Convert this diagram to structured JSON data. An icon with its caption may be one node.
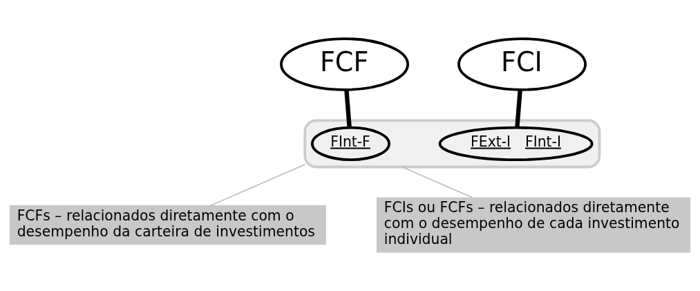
{
  "diagram": {
    "nodes": [
      {
        "text": [
          "FCF"
        ]
      },
      {
        "text": [
          "FCI"
        ]
      },
      {
        "text": [],
        "shape": "ellipse"
      },
      {
        "text": [
          "FInt-F"
        ],
        "in": 2
      },
      {
        "text": [
          "FExt-I",
          "FInt-I"
        ],
        "in": 2
      },
      {
        "text": [
          "FCFs – relacionados diretamente com o desempenho da carteira de investimentos"
        ]
      },
      {
        "text": [
          "FCIs ou FCFs – relacionados diretamente com o desempenho de cada investimento individual"
        ]
      }
    ],
    "edges": [
      {
        "from": 0,
        "to": 3,
        "arrow": "none",
        "style": "thick"
      },
      {
        "from": 1,
        "to": 4,
        "arrow": "none",
        "style": "thick"
      },
      {
        "from": 2,
        "to": 5,
        "arrow": "none",
        "color": "#bbbbbb"
      },
      {
        "from": 2,
        "to": 6,
        "arrow": "none",
        "color": "#bbbbbb"
      }
    ]
  }
}
